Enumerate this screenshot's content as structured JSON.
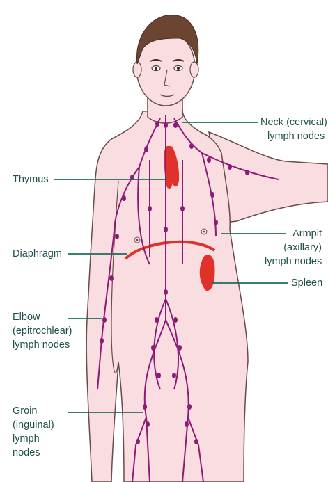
{
  "labels": {
    "neck": [
      "Neck (cervical)",
      "lymph nodes"
    ],
    "thymus": [
      "Thymus"
    ],
    "armpit": [
      "Armpit",
      "(axillary)",
      "lymph nodes"
    ],
    "diaphragm": [
      "Diaphragm"
    ],
    "spleen": [
      "Spleen"
    ],
    "elbow": [
      "Elbow",
      "(epitrochlear)",
      "lymph nodes"
    ],
    "groin": [
      "Groin",
      "(inguinal)",
      "lymph",
      "nodes"
    ]
  },
  "colors": {
    "skin": "#f9dde0",
    "skin_outline": "#6b4a4a",
    "hair": "#6b4432",
    "vessel": "#8e1a78",
    "organ": "#e0312b",
    "leader_line": "#1f6b5e",
    "label_text": "#1f4f4a"
  }
}
